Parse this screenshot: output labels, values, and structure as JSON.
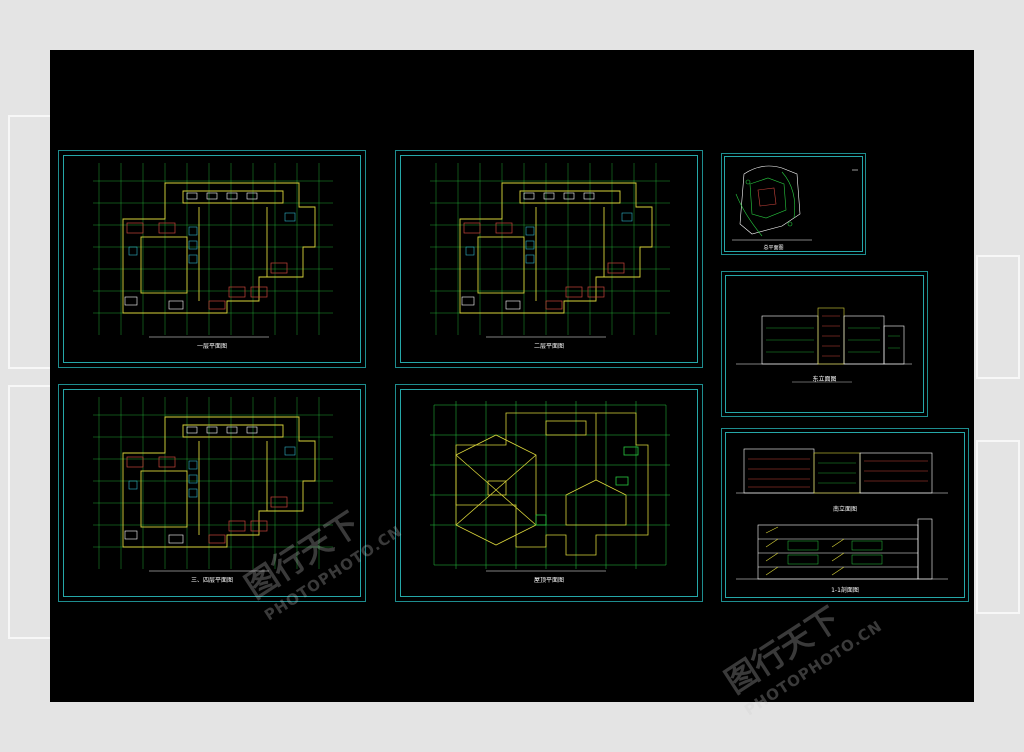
{
  "sheets": [
    {
      "id": "plan-1",
      "caption": "一层平面图"
    },
    {
      "id": "plan-2",
      "caption": "二层平面图"
    },
    {
      "id": "plan-3",
      "caption": "三、四层平面图"
    },
    {
      "id": "roof-plan",
      "caption": "屋顶平面图"
    },
    {
      "id": "site-plan",
      "caption": "总平面图"
    },
    {
      "id": "elevation-1",
      "caption": "东立面图"
    },
    {
      "id": "elevation-2",
      "caption": "南立面图"
    },
    {
      "id": "section",
      "caption": "1-1剖面图"
    }
  ],
  "watermark": {
    "logo_text": "图行天下",
    "url": "PHOTOPHOTO.CN"
  },
  "colors": {
    "stage": "#000000",
    "frame": "#1e8d8f",
    "line_green": "#27c93f",
    "line_yellow": "#d8d33a",
    "line_red": "#c8443b",
    "line_cyan": "#2fb5c8"
  }
}
